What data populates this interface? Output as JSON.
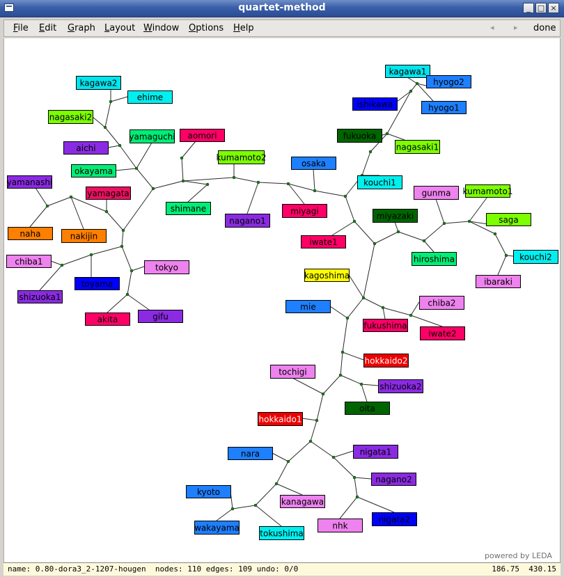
{
  "window": {
    "title": "quartet-method"
  },
  "menu": [
    "File",
    "Edit",
    "Graph",
    "Layout",
    "Window",
    "Options",
    "Help"
  ],
  "toolbar": {
    "back": "◂",
    "forward": "▸",
    "done_label": "done"
  },
  "footer": {
    "powered": "powered by LEDA"
  },
  "status": {
    "text": "name: 0.80-dora3_2-1207-hougen  nodes: 110 edges: 109 undo: 0/0",
    "coords": "186.75  430.15"
  },
  "colors": {
    "edge": "#2a2a2a",
    "node": "#1d7a1d",
    "canvas": "#ffffff"
  },
  "leaves": [
    {
      "label": "kagawa2",
      "color": "#00e5ee",
      "text": "#000000"
    },
    {
      "label": "ehime",
      "color": "#00f0f0",
      "text": "#000000"
    },
    {
      "label": "nagasaki2",
      "color": "#7cff00",
      "text": "#000000"
    },
    {
      "label": "aichi",
      "color": "#8a2be2",
      "text": "#000000"
    },
    {
      "label": "okayama",
      "color": "#00ee76",
      "text": "#000000"
    },
    {
      "label": "yamaguchi",
      "color": "#00ee76",
      "text": "#000000"
    },
    {
      "label": "aomori",
      "color": "#ff0066",
      "text": "#000000"
    },
    {
      "label": "yamanashi",
      "color": "#8a2be2",
      "text": "#000000"
    },
    {
      "label": "yamagata",
      "color": "#ee1060",
      "text": "#000000"
    },
    {
      "label": "kumamoto2",
      "color": "#7cff00",
      "text": "#000000"
    },
    {
      "label": "shimane",
      "color": "#00ee76",
      "text": "#000000"
    },
    {
      "label": "naha",
      "color": "#ff7f00",
      "text": "#000000"
    },
    {
      "label": "nakijin",
      "color": "#ff7f00",
      "text": "#000000"
    },
    {
      "label": "nagano1",
      "color": "#8a2be2",
      "text": "#000000"
    },
    {
      "label": "miyagi",
      "color": "#ff0066",
      "text": "#000000"
    },
    {
      "label": "osaka",
      "color": "#1e7fff",
      "text": "#000000"
    },
    {
      "label": "chiba1",
      "color": "#ee82ee",
      "text": "#000000"
    },
    {
      "label": "tokyo",
      "color": "#ee82ee",
      "text": "#000000"
    },
    {
      "label": "toyama",
      "color": "#0000ff",
      "text": "#000000"
    },
    {
      "label": "shizuoka1",
      "color": "#8a2be2",
      "text": "#000000"
    },
    {
      "label": "akita",
      "color": "#ff0066",
      "text": "#000000"
    },
    {
      "label": "gifu",
      "color": "#8a2be2",
      "text": "#000000"
    },
    {
      "label": "kagawa1",
      "color": "#00e5ee",
      "text": "#000000"
    },
    {
      "label": "hyogo2",
      "color": "#1e7fff",
      "text": "#000000"
    },
    {
      "label": "ishikawa",
      "color": "#0000ff",
      "text": "#000000"
    },
    {
      "label": "hyogo1",
      "color": "#1e7fff",
      "text": "#000000"
    },
    {
      "label": "fukuoka",
      "color": "#006400",
      "text": "#000000"
    },
    {
      "label": "nagasaki1",
      "color": "#7cff00",
      "text": "#000000"
    },
    {
      "label": "kouchi1",
      "color": "#00f0f0",
      "text": "#000000"
    },
    {
      "label": "gunma",
      "color": "#ee82ee",
      "text": "#000000"
    },
    {
      "label": "kumamoto1",
      "color": "#7cff00",
      "text": "#000000"
    },
    {
      "label": "saga",
      "color": "#7cff00",
      "text": "#000000"
    },
    {
      "label": "miyazaki",
      "color": "#006400",
      "text": "#000000"
    },
    {
      "label": "kouchi2",
      "color": "#00f0f0",
      "text": "#000000"
    },
    {
      "label": "iwate1",
      "color": "#ff0066",
      "text": "#000000"
    },
    {
      "label": "hiroshima",
      "color": "#00ee76",
      "text": "#000000"
    },
    {
      "label": "ibaraki",
      "color": "#ee82ee",
      "text": "#000000"
    },
    {
      "label": "kagoshima",
      "color": "#ffff00",
      "text": "#000000"
    },
    {
      "label": "mie",
      "color": "#1e7fff",
      "text": "#000000"
    },
    {
      "label": "chiba2",
      "color": "#ee82ee",
      "text": "#000000"
    },
    {
      "label": "fukushima",
      "color": "#ff0066",
      "text": "#000000"
    },
    {
      "label": "iwate2",
      "color": "#ff0066",
      "text": "#000000"
    },
    {
      "label": "hokkaido2",
      "color": "#ee0000",
      "text": "#ffffff"
    },
    {
      "label": "tochigi",
      "color": "#ee82ee",
      "text": "#000000"
    },
    {
      "label": "shizuoka2",
      "color": "#8a2be2",
      "text": "#000000"
    },
    {
      "label": "oita",
      "color": "#006400",
      "text": "#000000"
    },
    {
      "label": "hokkaido1",
      "color": "#ee0000",
      "text": "#ffffff"
    },
    {
      "label": "nara",
      "color": "#1e7fff",
      "text": "#000000"
    },
    {
      "label": "nigata1",
      "color": "#8a2be2",
      "text": "#000000"
    },
    {
      "label": "nagano2",
      "color": "#8a2be2",
      "text": "#000000"
    },
    {
      "label": "kyoto",
      "color": "#1e7fff",
      "text": "#000000"
    },
    {
      "label": "kanagawa",
      "color": "#ee82ee",
      "text": "#000000"
    },
    {
      "label": "wakayama",
      "color": "#1e7fff",
      "text": "#000000"
    },
    {
      "label": "tokushima",
      "color": "#00f0f0",
      "text": "#000000"
    },
    {
      "label": "nhk",
      "color": "#ee82ee",
      "text": "#000000"
    },
    {
      "label": "nigata2",
      "color": "#0000ff",
      "text": "#000000"
    }
  ]
}
